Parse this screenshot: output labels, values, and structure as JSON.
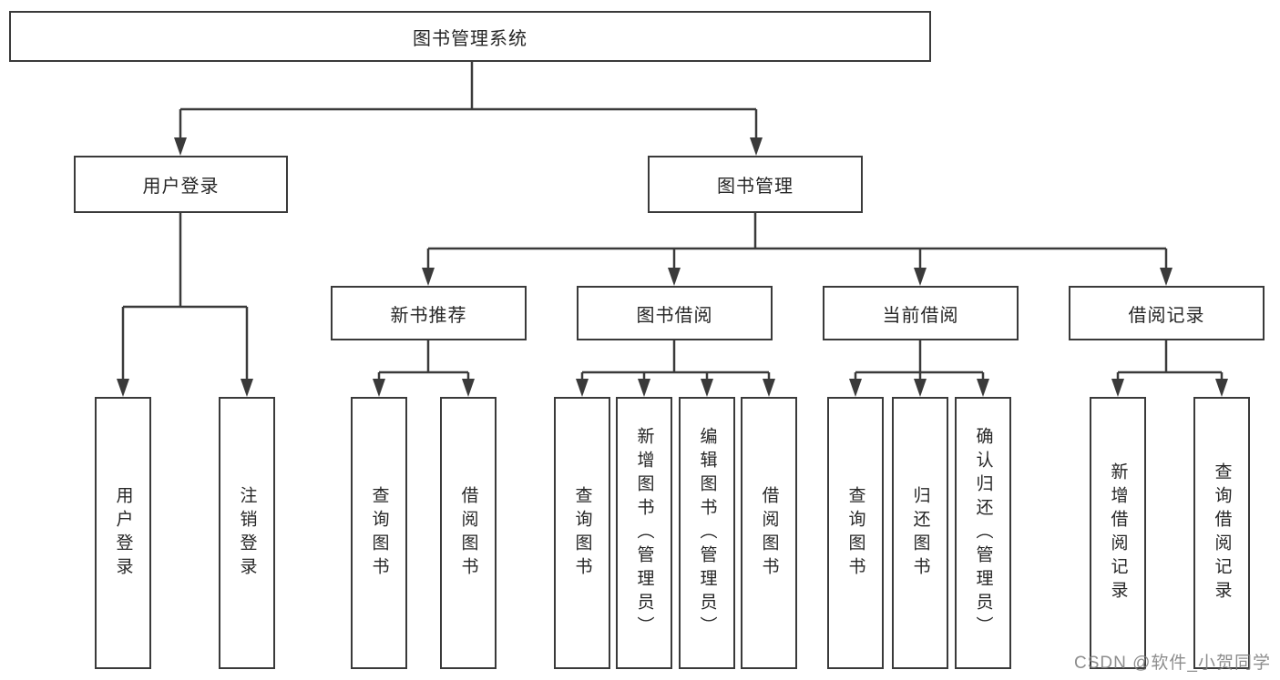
{
  "title": "图书管理系统",
  "watermark": "CSDN @软件_小贺同学",
  "branches": {
    "user_login": {
      "label": "用户登录",
      "children": [
        {
          "label": "用户登录"
        },
        {
          "label": "注销登录"
        }
      ]
    },
    "book_management": {
      "label": "图书管理",
      "children": [
        {
          "label": "新书推荐",
          "children": [
            {
              "label": "查询图书"
            },
            {
              "label": "借阅图书"
            }
          ]
        },
        {
          "label": "图书借阅",
          "children": [
            {
              "label": "查询图书"
            },
            {
              "label": "新增图书（管理员）"
            },
            {
              "label": "编辑图书（管理员）"
            },
            {
              "label": "借阅图书"
            }
          ]
        },
        {
          "label": "当前借阅",
          "children": [
            {
              "label": "查询图书"
            },
            {
              "label": "归还图书"
            },
            {
              "label": "确认归还（管理员）"
            }
          ]
        },
        {
          "label": "借阅记录",
          "children": [
            {
              "label": "新增借阅记录"
            },
            {
              "label": "查询借阅记录"
            }
          ]
        }
      ]
    }
  }
}
